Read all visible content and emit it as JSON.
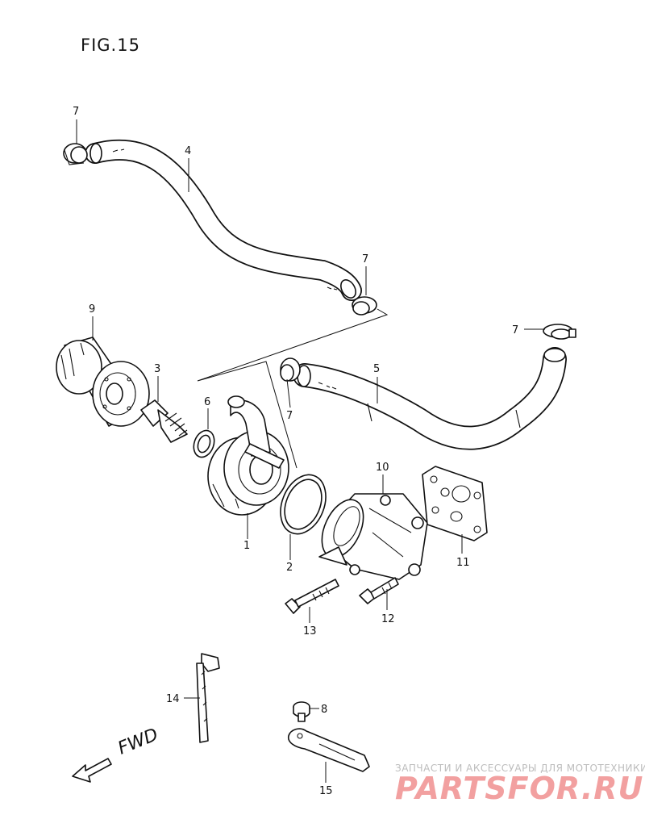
{
  "figure": {
    "title": "FIG.15"
  },
  "callouts": {
    "p1": "1",
    "p2": "2",
    "p3": "3",
    "p4": "4",
    "p5": "5",
    "p6": "6",
    "p7a": "7",
    "p7b": "7",
    "p7c": "7",
    "p7d": "7",
    "p8": "8",
    "p9": "9",
    "p10": "10",
    "p11": "11",
    "p12": "12",
    "p13": "13",
    "p14": "14",
    "p15": "15"
  },
  "direction": {
    "label": "FWD"
  },
  "watermark": {
    "tagline": "ЗАПЧАСТИ И АКСЕССУАРЫ ДЛЯ МОТОТЕХНИКИ",
    "logo": "PARTSFOR.RU"
  }
}
